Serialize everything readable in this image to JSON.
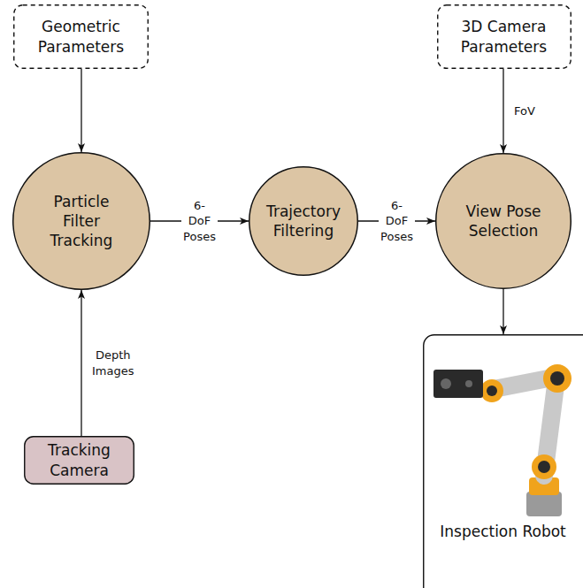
{
  "diagram": {
    "nodes": [
      {
        "text": [
          "Geometric Parameters"
        ]
      },
      {
        "text": [
          "3D Camera Parameters"
        ]
      },
      {
        "text": [
          "Particle Filter Tracking"
        ]
      },
      {
        "text": [
          "Trajectory Filtering"
        ]
      },
      {
        "text": [
          "View Pose Selection"
        ]
      },
      {
        "text": [
          "Tracking Camera"
        ]
      },
      {
        "text": [
          "Inspection Robot"
        ]
      }
    ],
    "edges": [
      {
        "from": 0,
        "to": 2,
        "arrow": "to"
      },
      {
        "from": 5,
        "to": 2,
        "label": "Depth Images",
        "arrow": "to"
      },
      {
        "from": 2,
        "to": 3,
        "label": "6-DoF Poses",
        "arrow": "to"
      },
      {
        "from": 3,
        "to": 4,
        "label": "6-DoF Poses",
        "arrow": "to"
      },
      {
        "from": 1,
        "to": 4,
        "label": "FoV",
        "arrow": "to"
      },
      {
        "from": 4,
        "to": 6,
        "arrow": "to"
      }
    ]
  }
}
